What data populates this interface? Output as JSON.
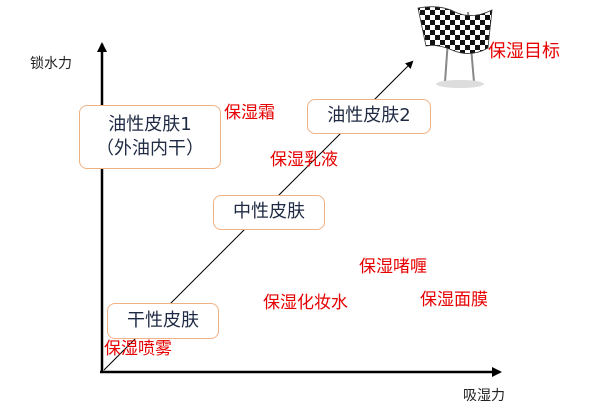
{
  "axes": {
    "y_label": "锁水力",
    "x_label": "吸湿力"
  },
  "skin_types": [
    {
      "label": "油性皮肤1"
    },
    {
      "label": "（外油内干）"
    },
    {
      "label": "油性皮肤2"
    },
    {
      "label": "中性皮肤"
    },
    {
      "label": "干性皮肤"
    }
  ],
  "products": [
    {
      "label": "保湿霜"
    },
    {
      "label": "保湿乳液"
    },
    {
      "label": "保湿啫喱"
    },
    {
      "label": "保湿化妆水"
    },
    {
      "label": "保湿面膜"
    },
    {
      "label": "保湿喷雾"
    }
  ],
  "goal": {
    "label": "保湿目标",
    "icon": "checkered-flag-icon"
  },
  "colors": {
    "product_text": "#e60000",
    "skin_text": "#1f2a44",
    "box_border": "#f0b183",
    "axis": "#000000"
  }
}
